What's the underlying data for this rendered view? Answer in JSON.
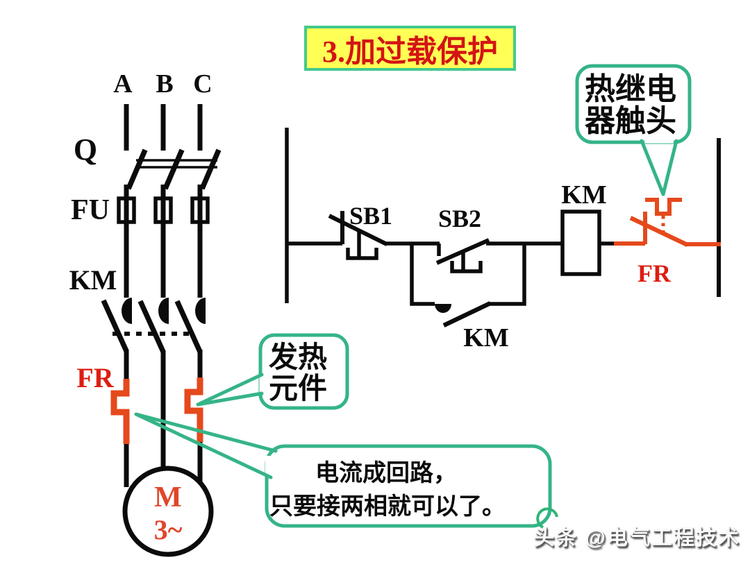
{
  "slide": {
    "title": "3.加过载保护",
    "watermark": "头条 @电气工程技术"
  },
  "power_circuit": {
    "phase_a": "A",
    "phase_b": "B",
    "phase_c": "C",
    "switch_label": "Q",
    "fuse_label": "FU",
    "contactor_label": "KM",
    "thermal_relay_label": "FR",
    "motor_letter": "M",
    "motor_phases": "3~"
  },
  "control_circuit": {
    "stop_button_label": "SB1",
    "start_button_label": "SB2",
    "coil_label": "KM",
    "aux_contact_label": "KM",
    "thermal_contact_label": "FR"
  },
  "callouts": {
    "thermal_contact_note_line1": "热继电",
    "thermal_contact_note_line2": "器触头",
    "heating_element_note_line1": "发热",
    "heating_element_note_line2": "元件",
    "loop_note_line1": "电流成回路，",
    "loop_note_line2": "只要接两相就可以了。"
  },
  "colors": {
    "circuit_black": "#0b0b0b",
    "element_orange": "#e5491c",
    "label_red": "#dd1d12",
    "motor_red": "#e0462a",
    "callout_green": "#35b487",
    "title_bg": "#ffff55",
    "title_border": "#43c98e",
    "title_text": "#d31414",
    "watermark_green": "#2db578"
  }
}
